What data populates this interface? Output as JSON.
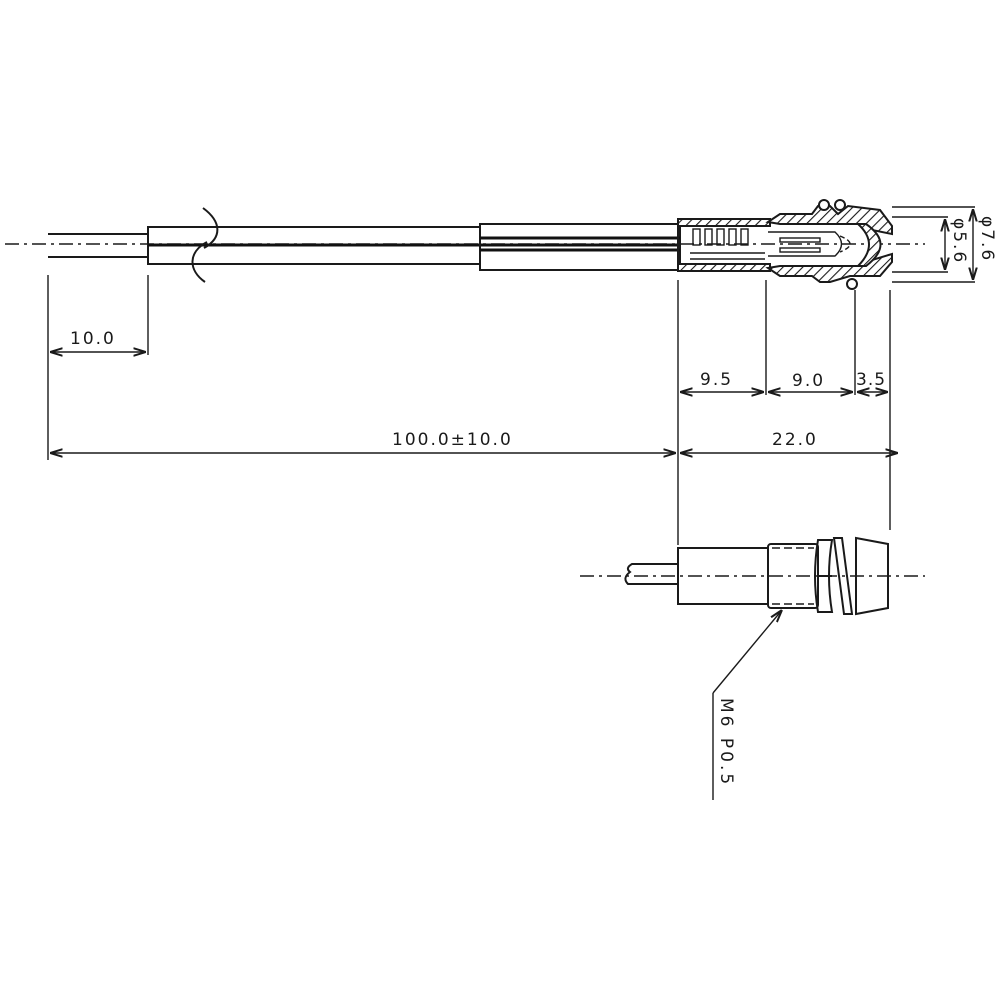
{
  "drawing": {
    "type": "technical drawing - panel indicator lamp with leads",
    "line_color": "#1a1a1a",
    "background": "#ffffff"
  },
  "dimensions": {
    "lead_strip": "10.0",
    "lead_length": "100.0±10.0",
    "seg_1": "9.5",
    "seg_2": "9.0",
    "seg_3": "3.5",
    "body_length": "22.0",
    "inner_diameter": "φ5.6",
    "outer_diameter": "φ7.6"
  },
  "callouts": {
    "thread": "M6  P0.5"
  },
  "views": [
    {
      "name": "sectional-view",
      "label": ""
    },
    {
      "name": "exterior-view",
      "label": ""
    }
  ]
}
